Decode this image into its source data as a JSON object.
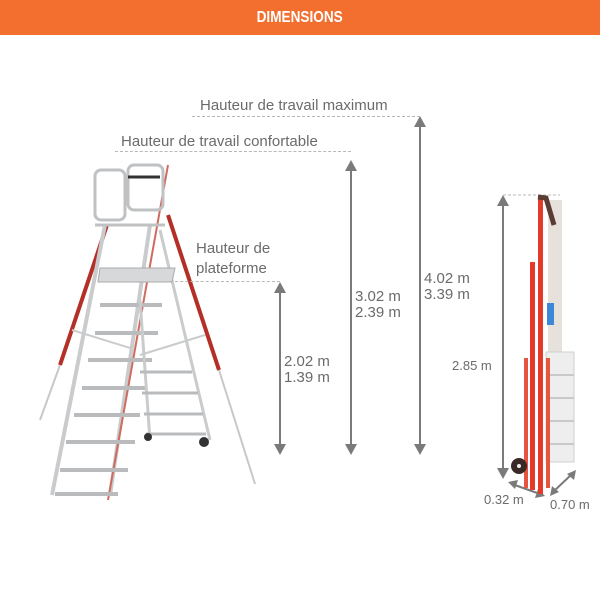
{
  "header": {
    "title": "DIMENSIONS",
    "color": "#f26f2f"
  },
  "labels": {
    "max": "Hauteur de travail maximum",
    "comfort": "Hauteur de travail confortable",
    "platform_line1": "Hauteur de",
    "platform_line2": "plateforme"
  },
  "values": {
    "platform": {
      "a": "2.02 m",
      "b": "1.39 m"
    },
    "comfort": {
      "a": "3.02 m",
      "b": "2.39 m"
    },
    "max": {
      "a": "4.02 m",
      "b": "3.39 m"
    }
  },
  "folded": {
    "height": "2.85 m",
    "depth": "0.32 m",
    "width": "0.70 m"
  },
  "colors": {
    "arrow": "#7a7a7a",
    "ladder_red": "#c0302a",
    "aluminium": "#c9cbcd"
  }
}
